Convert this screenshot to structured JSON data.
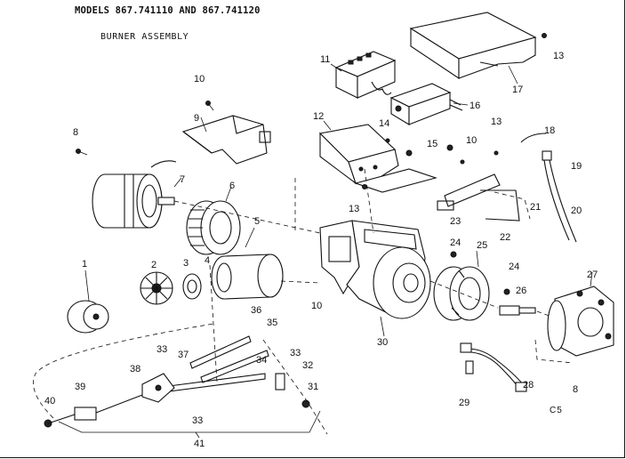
{
  "header": {
    "title": "MODELS 867.741110 AND 867.741120",
    "subtitle": "BURNER ASSEMBLY"
  },
  "corner_code": "C5",
  "callouts": {
    "c1": "1",
    "c2": "2",
    "c3": "3",
    "c4": "4",
    "c5": "5",
    "c6": "6",
    "c7": "7",
    "c8a": "8",
    "c8b": "8",
    "c9": "9",
    "c10a": "10",
    "c10b": "10",
    "c10c": "10",
    "c11": "11",
    "c12": "12",
    "c13a": "13",
    "c13b": "13",
    "c13c": "13",
    "c14": "14",
    "c15": "15",
    "c16": "16",
    "c17": "17",
    "c18": "18",
    "c19": "19",
    "c20": "20",
    "c21": "21",
    "c22": "22",
    "c23": "23",
    "c24a": "24",
    "c24b": "24",
    "c25": "25",
    "c26": "26",
    "c27": "27",
    "c28": "28",
    "c29": "29",
    "c30": "30",
    "c31": "31",
    "c32": "32",
    "c33a": "33",
    "c33b": "33",
    "c33c": "33",
    "c34": "34",
    "c35": "35",
    "c36": "36",
    "c37": "37",
    "c38": "38",
    "c39": "39",
    "c40": "40",
    "c41": "41"
  }
}
